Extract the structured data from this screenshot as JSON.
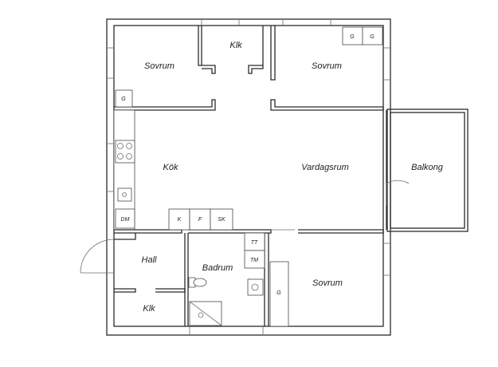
{
  "rooms": {
    "sovrum_1": "Sovrum",
    "klk_1": "Klk",
    "sovrum_2": "Sovrum",
    "kok": "Kök",
    "vardagsrum": "Vardagsrum",
    "balkong": "Balkong",
    "hall": "Hall",
    "badrum": "Badrum",
    "sovrum_3": "Sovrum",
    "klk_2": "Klk"
  },
  "fixtures": {
    "g": "G",
    "dm": "DM",
    "k": "K",
    "f": "F",
    "sk": "SK",
    "tt": "TT",
    "tm": "TM"
  }
}
